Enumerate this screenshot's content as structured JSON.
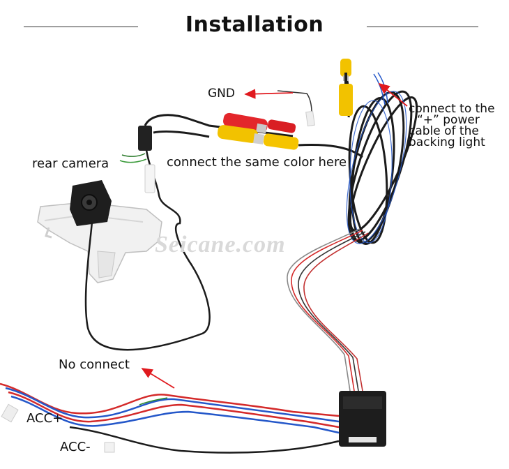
{
  "title": "Installation",
  "labels": {
    "gnd": "GND",
    "rear_camera": "rear camera",
    "same_color": "connect the same color here",
    "connect_lines": [
      "connect to the",
      "“+”  power",
      "cable of the",
      "backing light"
    ],
    "no_connect": "No connect",
    "acc_plus": "ACC+",
    "acc_minus": "ACC-"
  },
  "watermark": "Seicane.com",
  "colors": {
    "arrow": "#e0191e",
    "rca_yellow": "#f2c200",
    "rca_red": "#e3262b",
    "cable_black": "#1b1b1b",
    "wire_blue": "#2457c9",
    "wire_red": "#d42a2a"
  }
}
